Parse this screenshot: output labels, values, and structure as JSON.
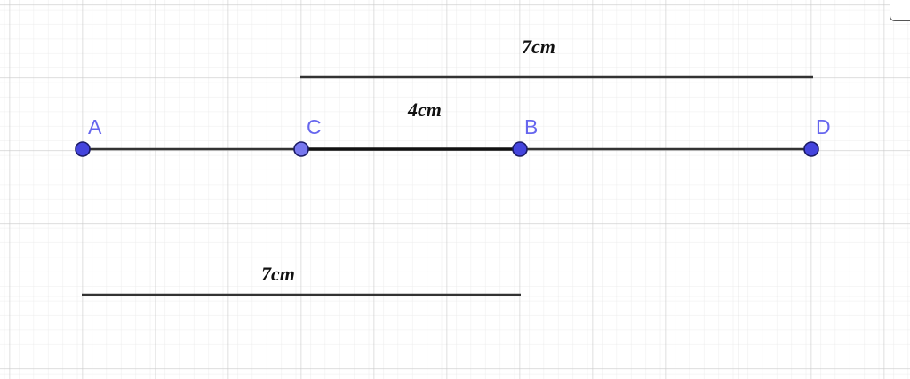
{
  "points": [
    {
      "id": "A",
      "label": "A",
      "color": "#4444dd"
    },
    {
      "id": "C",
      "label": "C",
      "color": "#7777ee"
    },
    {
      "id": "B",
      "label": "B",
      "color": "#4444dd"
    },
    {
      "id": "D",
      "label": "D",
      "color": "#4444dd"
    }
  ],
  "measurements": {
    "top_length": "7cm",
    "middle_length": "4cm",
    "bottom_length": "7cm"
  },
  "colors": {
    "grid_major": "#c9c9c9",
    "grid_minor": "#ececec",
    "segment": "#333333",
    "point_outline": "#1a1a66"
  }
}
